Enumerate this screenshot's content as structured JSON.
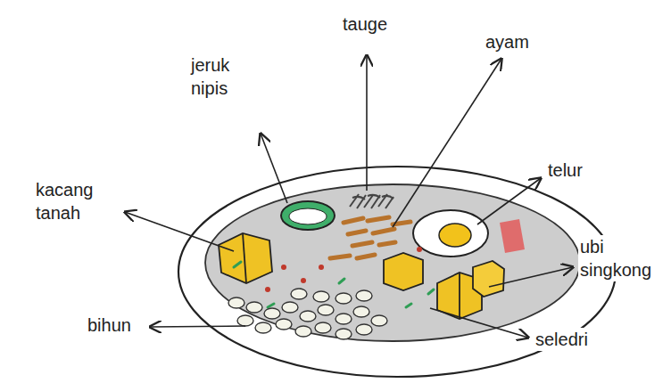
{
  "diagram": {
    "labels": [
      "jeruk nipis",
      "tauge",
      "ayam",
      "telur",
      "kacang tanah",
      "ubi singkong",
      "bihun",
      "seledri"
    ]
  }
}
